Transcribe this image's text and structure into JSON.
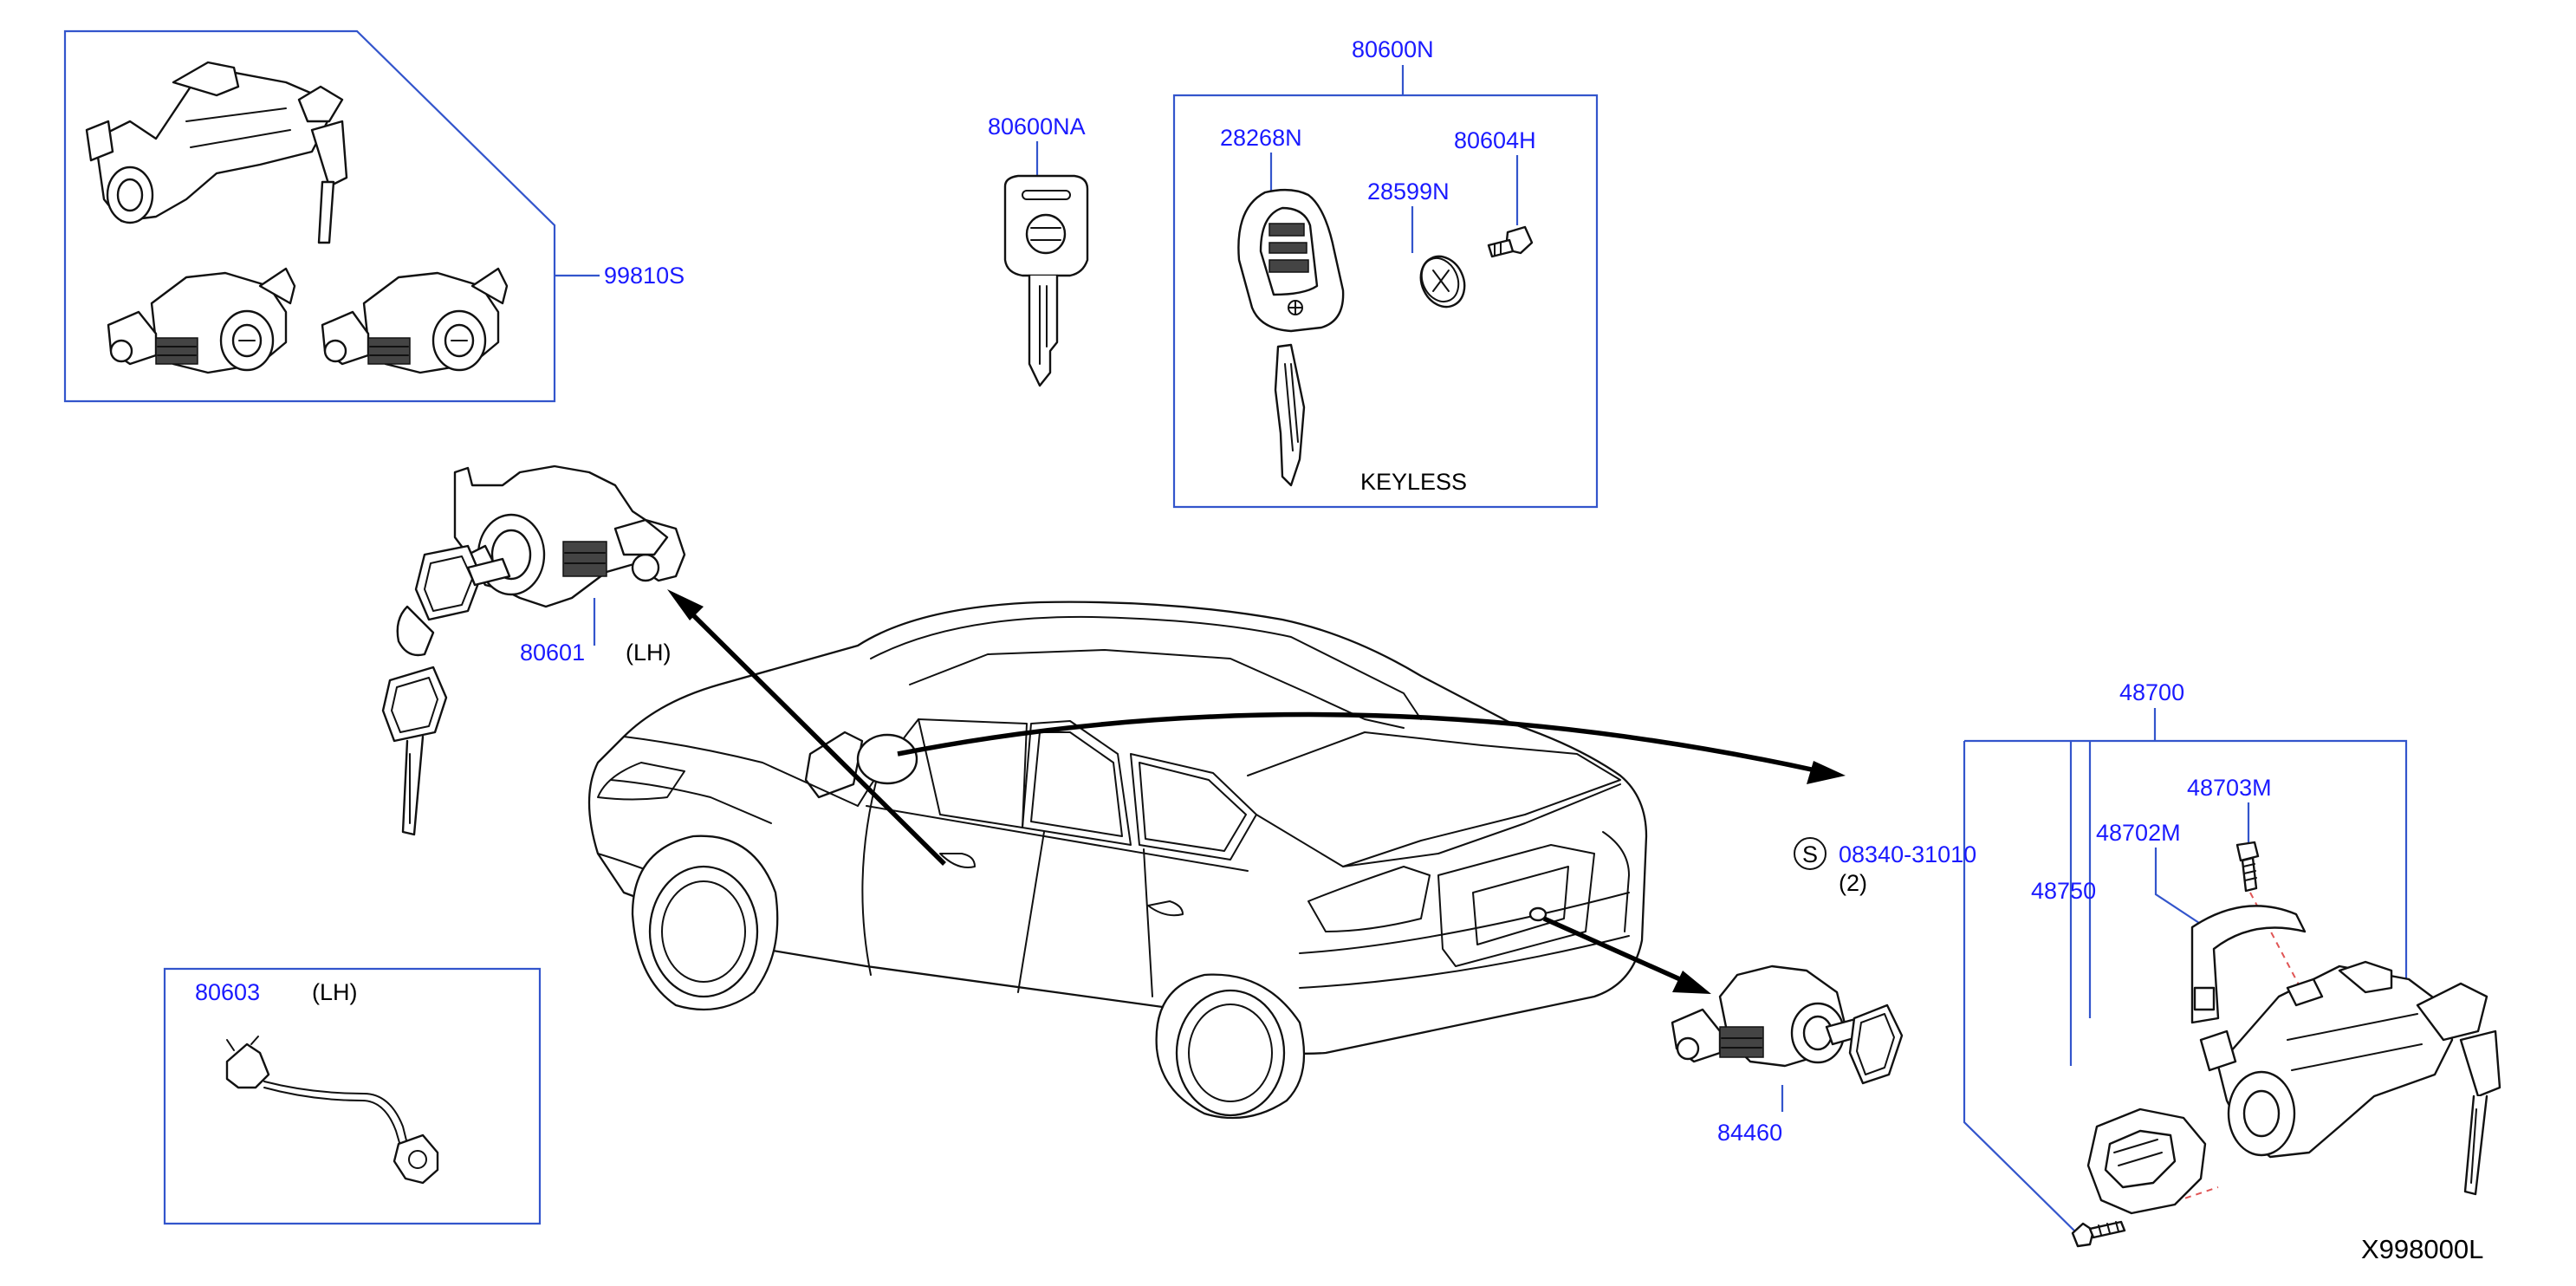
{
  "diagram_id": "X998000L",
  "parts": {
    "kit_set": "99810S",
    "key_blank": "80600NA",
    "keyless_set": "80600N",
    "keyless_remote": "28268N",
    "battery": "28599N",
    "screw": "80604H",
    "keyless_label": "KEYLESS",
    "door_cylinder": "80601",
    "door_cylinder_side": "(LH)",
    "door_rod": "80603",
    "door_rod_side": "(LH)",
    "trunk_cylinder": "84460",
    "steering_lock_assembly": "48700",
    "steering_lock_bolt": "48703M",
    "steering_lock_bracket": "48702M",
    "steering_lock_cover": "48750",
    "bolt_symbol": "S",
    "bolt_number": "08340-31010",
    "bolt_qty": "(2)"
  },
  "colors": {
    "part_number": "#1a1aff",
    "box_lines": "#3355cc",
    "drawing": "#111111",
    "dashed_guide": "#e05555"
  }
}
